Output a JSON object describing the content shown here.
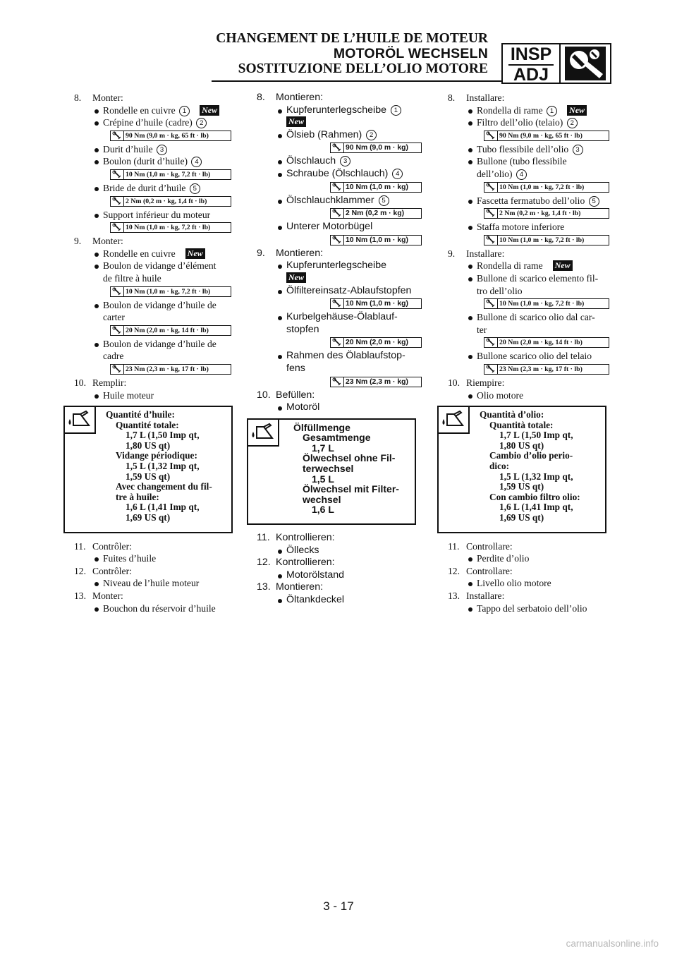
{
  "header": {
    "title_fr": "CHANGEMENT DE L’HUILE DE MOTEUR",
    "title_de": "MOTORÖL WECHSELN",
    "title_it": "SOSTITUZIONE DELL’OLIO MOTORE",
    "badge_top": "INSP",
    "badge_bottom": "ADJ",
    "badge_icon": "wrench-icon"
  },
  "labels": {
    "new": "New"
  },
  "fr": {
    "s8": "8.",
    "s8_label": "Monter:",
    "s8_i1": "Rondelle en cuivre",
    "s8_i2": "Crépine d’huile (cadre)",
    "s8_i3": "Durit d’huile",
    "s8_i4": "Boulon (durit d’huile)",
    "s8_i5": "Bride de durit d’huile",
    "s8_i6": "Support inférieur du moteur",
    "t1": "90 Nm (9,0 m · kg, 65 ft · lb)",
    "t2": "10 Nm (1,0 m · kg, 7,2 ft · lb)",
    "t3": "2 Nm (0,2 m · kg, 1,4 ft · lb)",
    "t4": "10 Nm (1,0 m · kg, 7,2 ft · lb)",
    "s9": "9.",
    "s9_label": "Monter:",
    "s9_i1": "Rondelle en cuivre",
    "s9_i2a": "Boulon de vidange d’élément",
    "s9_i2b": "de filtre à huile",
    "s9_i3a": "Boulon de vidange d’huile de",
    "s9_i3b": "carter",
    "s9_i4a": "Boulon de vidange d’huile de",
    "s9_i4b": "cadre",
    "t5": "10 Nm (1,0 m · kg, 7,2 ft · lb)",
    "t6": "20 Nm (2,0 m · kg, 14 ft · lb)",
    "t7": "23 Nm (2,3 m · kg, 17 ft · lb)",
    "s10": "10.",
    "s10_label": "Remplir:",
    "s10_i1": "Huile moteur",
    "oil": [
      "Quantité d’huile:",
      "Quantité totale:",
      "1,7 L (1,50 Imp qt,",
      "1,80 US qt)",
      "Vidange périodique:",
      "1,5 L (1,32 Imp qt,",
      "1,59 US qt)",
      "Avec changement du fil-",
      "tre à huile:",
      "1,6 L (1,41 Imp qt,",
      "1,69 US qt)"
    ],
    "s11": "11.",
    "s11_label": "Contrôler:",
    "s11_i1": "Fuites d’huile",
    "s12": "12.",
    "s12_label": "Contrôler:",
    "s12_i1": "Niveau de l’huile moteur",
    "s13": "13.",
    "s13_label": "Monter:",
    "s13_i1": "Bouchon du réservoir d’huile"
  },
  "de": {
    "s8": "8.",
    "s8_label": "Montieren:",
    "s8_i1": "Kupferunterlegscheibe",
    "s8_i2": "Ölsieb (Rahmen)",
    "s8_i3": "Ölschlauch",
    "s8_i4": "Schraube (Ölschlauch)",
    "s8_i5": "Ölschlauchklammer",
    "s8_i6": "Unterer Motorbügel",
    "t1": "90 Nm (9,0 m · kg)",
    "t2": "10 Nm (1,0 m · kg)",
    "t3": "2 Nm (0,2 m · kg)",
    "t4": "10 Nm (1,0 m · kg)",
    "s9": "9.",
    "s9_label": "Montieren:",
    "s9_i1": "Kupferunterlegscheibe",
    "s9_i2": "Ölfiltereinsatz-Ablaufstopfen",
    "s9_i3a": "Kurbelgehäuse-Ölablauf-",
    "s9_i3b": "stopfen",
    "s9_i4a": "Rahmen des Ölablaufstop-",
    "s9_i4b": "fens",
    "t5": "10 Nm (1,0 m · kg)",
    "t6": "20 Nm (2,0 m · kg)",
    "t7": "23 Nm (2,3 m · kg)",
    "s10": "10.",
    "s10_label": "Befüllen:",
    "s10_i1": "Motoröl",
    "oil": [
      "Ölfüllmenge",
      "Gesamtmenge",
      "1,7 L",
      "Ölwechsel ohne Fil-",
      "terwechsel",
      "1,5 L",
      "Ölwechsel mit Filter-",
      "wechsel",
      "1,6 L"
    ],
    "s11": "11.",
    "s11_label": "Kontrollieren:",
    "s11_i1": "Öllecks",
    "s12": "12.",
    "s12_label": "Kontrollieren:",
    "s12_i1": "Motorölstand",
    "s13": "13.",
    "s13_label": "Montieren:",
    "s13_i1": "Öltankdeckel"
  },
  "it": {
    "s8": "8.",
    "s8_label": "Installare:",
    "s8_i1": "Rondella di rame",
    "s8_i2": "Filtro dell’olio (telaio)",
    "s8_i3": "Tubo flessibile dell’olio",
    "s8_i4a": "Bullone (tubo flessibile",
    "s8_i4b": "dell’olio)",
    "s8_i5": "Fascetta fermatubo dell’olio",
    "s8_i6": "Staffa motore inferiore",
    "t1": "90 Nm (9,0 m · kg, 65 ft · lb)",
    "t2": "10 Nm (1,0 m · kg, 7,2 ft · lb)",
    "t3": "2 Nm (0,2 m · kg, 1,4 ft · lb)",
    "t4": "10 Nm (1,0 m · kg, 7,2 ft · lb)",
    "s9": "9.",
    "s9_label": "Installare:",
    "s9_i1": "Rondella di rame",
    "s9_i2a": "Bullone di scarico elemento fil-",
    "s9_i2b": "tro dell’olio",
    "s9_i3a": "Bullone di scarico olio dal car-",
    "s9_i3b": "ter",
    "s9_i4": "Bullone scarico olio del telaio",
    "t5": "10 Nm (1,0 m · kg, 7,2 ft · lb)",
    "t6": "20 Nm (2,0 m · kg, 14 ft · lb)",
    "t7": "23 Nm (2,3 m · kg, 17 ft · lb)",
    "s10": "10.",
    "s10_label": "Riempire:",
    "s10_i1": "Olio motore",
    "oil": [
      "Quantità d’olio:",
      "Quantità totale:",
      "1,7 L (1,50 Imp qt,",
      "1,80 US qt)",
      "Cambio d’olio perio-",
      "dico:",
      "1,5 L (1,32 Imp qt,",
      "1,59 US qt)",
      "Con cambio filtro olio:",
      "1,6 L (1,41 Imp qt,",
      "1,69 US qt)"
    ],
    "s11": "11.",
    "s11_label": "Controllare:",
    "s11_i1": "Perdite d’olio",
    "s12": "12.",
    "s12_label": "Controllare:",
    "s12_i1": "Livello olio motore",
    "s13": "13.",
    "s13_label": "Installare:",
    "s13_i1": "Tappo del serbatoio dell’olio"
  },
  "footer": {
    "page_number": "3 - 17",
    "watermark": "carmanualsonline.info"
  }
}
